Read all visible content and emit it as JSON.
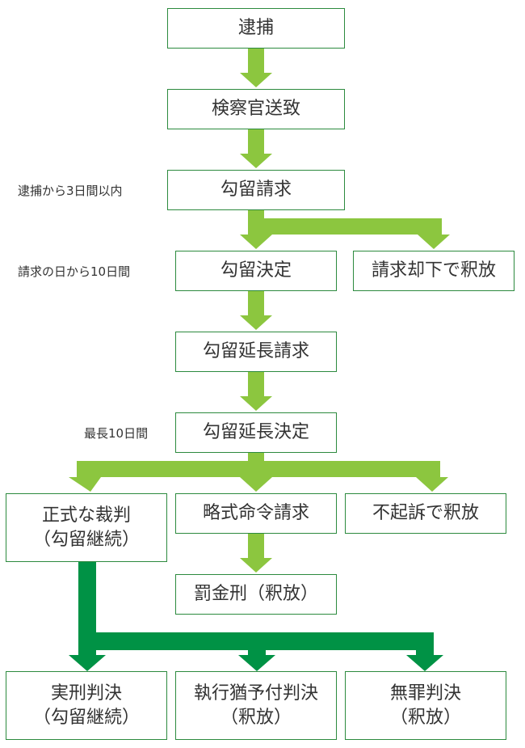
{
  "colors": {
    "light_arrow": "#8cc63f",
    "dark_arrow": "#009245",
    "box_border": "#2c8a3e",
    "text": "#333333"
  },
  "steps": {
    "arrest": "逮捕",
    "prosecutor_referral": "検察官送致",
    "detention_request": "勾留請求",
    "detention_decision": "勾留決定",
    "request_rejected": "請求却下で釈放",
    "extension_request": "勾留延長請求",
    "extension_decision": "勾留延長決定",
    "formal_trial_line1": "正式な裁判",
    "formal_trial_line2": "（勾留継続）",
    "summary_order_request": "略式命令請求",
    "non_prosecution": "不起訴で釈放",
    "fine": "罰金刑（釈放）",
    "conviction_line1": "実刑判決",
    "conviction_line2": "（勾留継続）",
    "suspended_line1": "執行猶予付判決",
    "suspended_line2": "（釈放）",
    "acquittal_line1": "無罪判決",
    "acquittal_line2": "（釈放）"
  },
  "notes": {
    "within_3_days": "逮捕から3日間以内",
    "within_10_days": "請求の日から10日間",
    "max_10_days": "最長10日間"
  }
}
